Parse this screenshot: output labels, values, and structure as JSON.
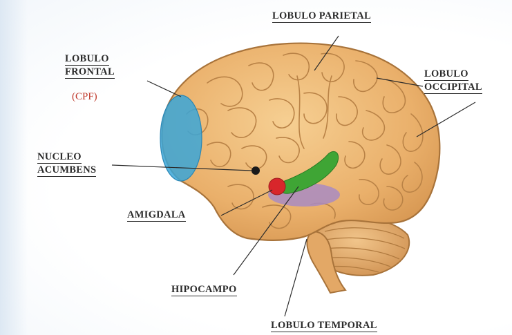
{
  "labels": {
    "lobulo_frontal_line1": "LOBULO",
    "lobulo_frontal_line2": "FRONTAL",
    "cpf": "(CPF)",
    "lobulo_parietal": "LOBULO PARIETAL",
    "lobulo_occipital_line1": "LOBULO",
    "lobulo_occipital_line2": "OCCIPITAL",
    "nucleo_acumbens_line1": "NUCLEO",
    "nucleo_acumbens_line2": "ACUMBENS",
    "amigdala": "AMIGDALA",
    "hipocampo": "HIPOCAMPO",
    "lobulo_temporal": "LOBULO TEMPORAL"
  },
  "colors": {
    "brain_fill": "#f0bd7a",
    "brain_outline": "#a8733a",
    "prefrontal_cortex": "#3aa6d8",
    "nucleus_accumbens": "#1a1a1a",
    "amygdala": "#d8262b",
    "hippocampus": "#3fa535",
    "hippocampus_shadow": "#a98bc2",
    "cpf_text": "#c0392b"
  }
}
